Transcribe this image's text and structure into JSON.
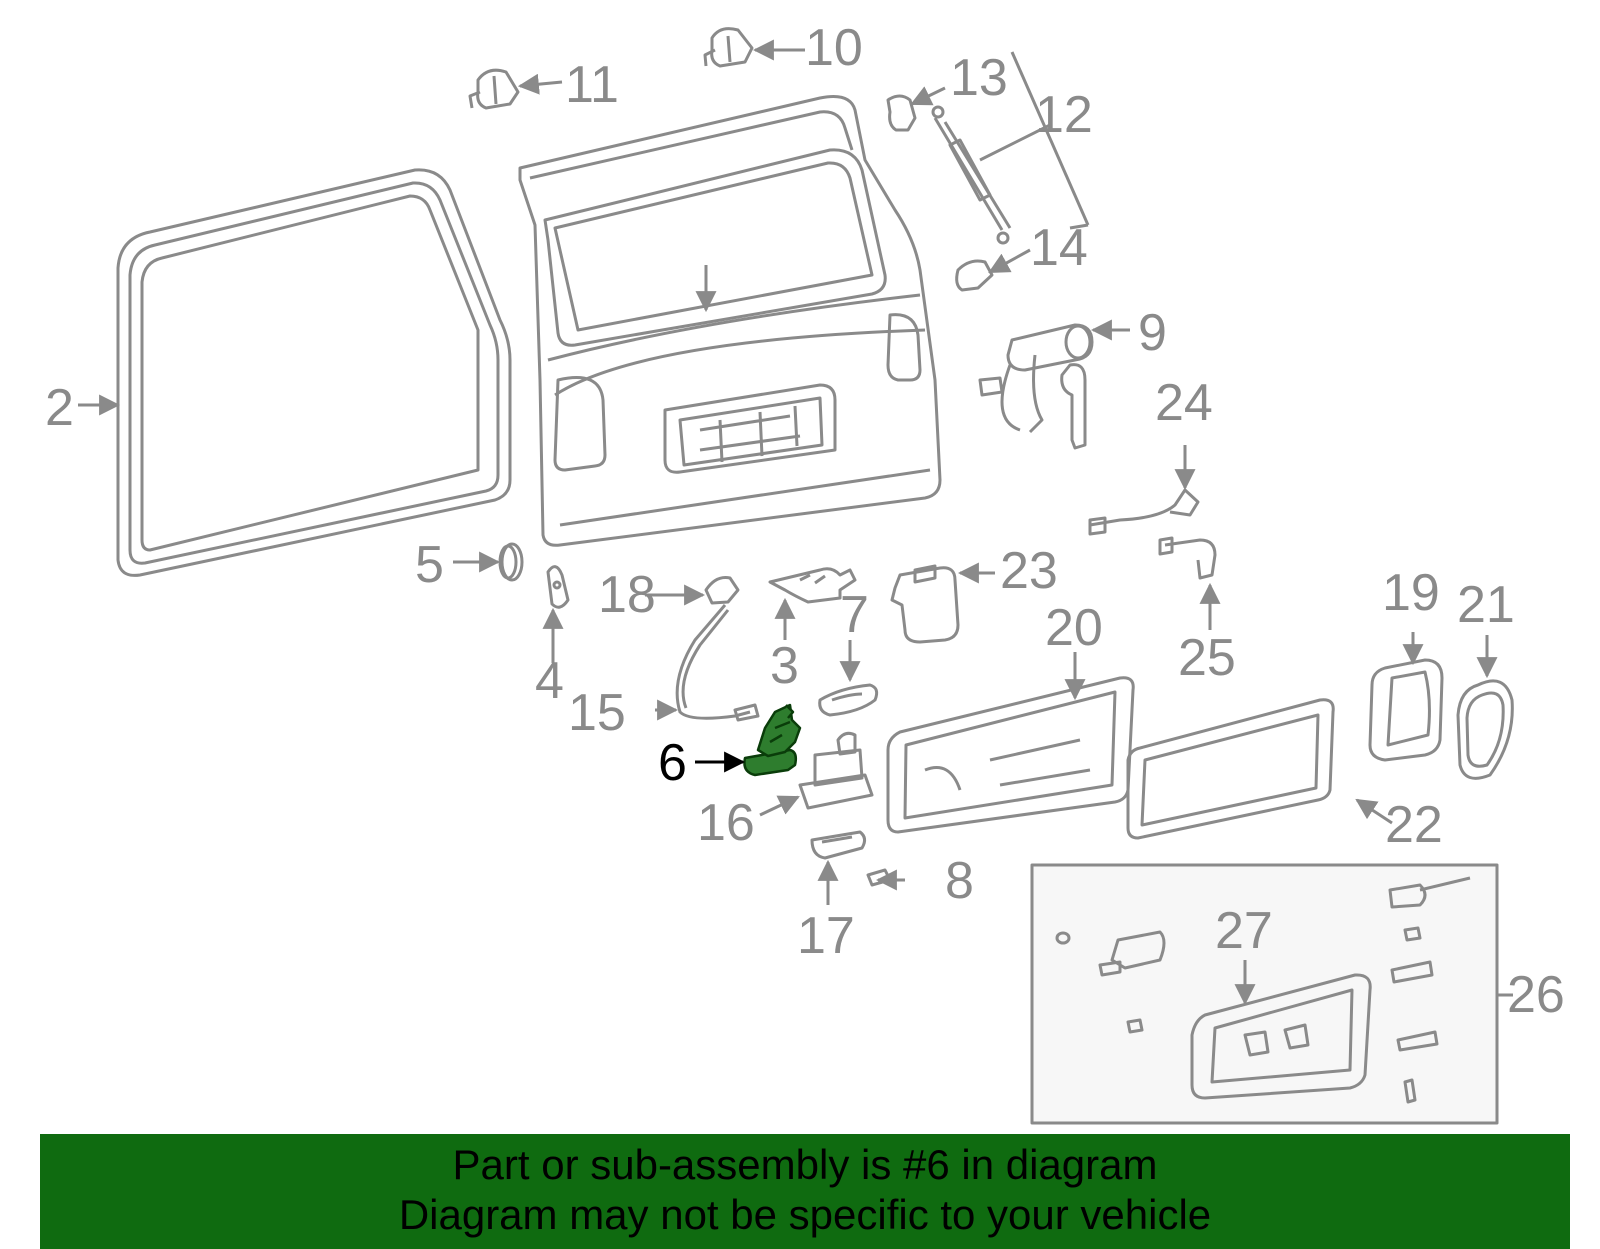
{
  "callouts": {
    "c2": "2",
    "c3": "3",
    "c4": "4",
    "c5": "5",
    "c6": "6",
    "c7": "7",
    "c8": "8",
    "c9": "9",
    "c10": "10",
    "c11": "11",
    "c12": "12",
    "c13": "13",
    "c14": "14",
    "c15": "15",
    "c16": "16",
    "c17": "17",
    "c18": "18",
    "c19": "19",
    "c20": "20",
    "c21": "21",
    "c22": "22",
    "c23": "23",
    "c24": "24",
    "c25": "25",
    "c26": "26",
    "c27": "27"
  },
  "highlight_part": "6",
  "colors": {
    "line": "#8a8a8a",
    "highlight_fill": "#2e7d2e",
    "banner_bg": "#0f6b10"
  },
  "banner": {
    "line1": "Part or sub-assembly is #6 in diagram",
    "line2": "Diagram may not be specific to your vehicle"
  }
}
